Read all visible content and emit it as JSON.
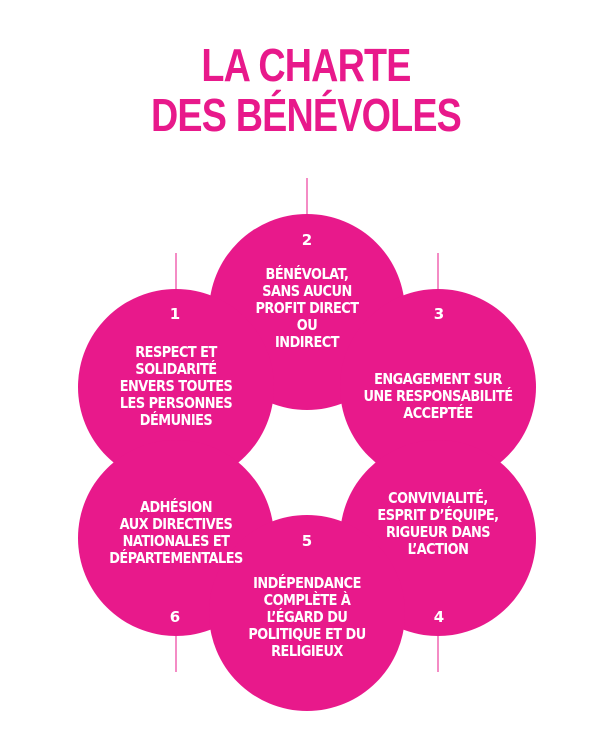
{
  "title": {
    "line1": "LA CHARTE",
    "line2": "DES BÉNÉVOLES"
  },
  "petals": [
    {
      "number": "1",
      "text": "RESPECT ET\nSOLIDARITÉ\nENVERS TOUTES\nLES PERSONNES\nDÉMUNIES"
    },
    {
      "number": "2",
      "text": "BÉNÉVOLAT,\nSANS AUCUN\nPROFIT DIRECT\nOU\nINDIRECT"
    },
    {
      "number": "3",
      "text": "ENGAGEMENT SUR\nUNE RESPONSABILITÉ\nACCEPTÉE"
    },
    {
      "number": "4",
      "text": "CONVIVIALITÉ,\nESPRIT D’ÉQUIPE,\nRIGUEUR DANS\nL’ACTION"
    },
    {
      "number": "5",
      "text": "INDÉPENDANCE\nCOMPLÈTE À\nL’ÉGARD DU\nPOLITIQUE ET DU\nRELIGIEUX"
    },
    {
      "number": "6",
      "text": "ADHÉSION\nAUX DIRECTIVES\nNATIONALES ET\nDÉPARTEMENTALES"
    }
  ],
  "colors": {
    "accent": "#e8198b",
    "background": "#ffffff"
  }
}
